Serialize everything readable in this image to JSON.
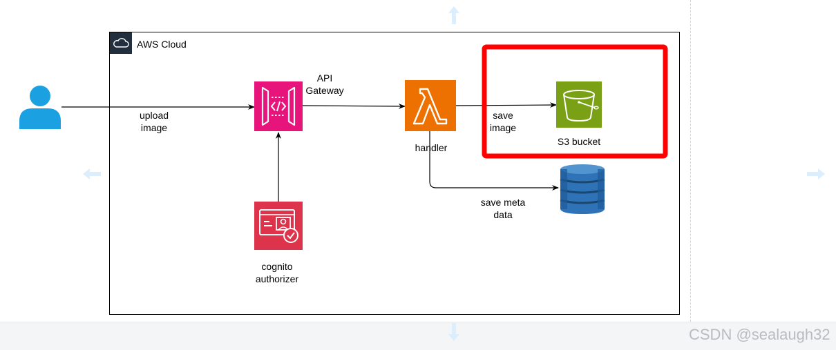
{
  "diagram": {
    "frame": {
      "title": "AWS Cloud"
    },
    "edges": {
      "upload": {
        "line1": "upload",
        "line2": "image"
      },
      "api_gateway": {
        "line1": "API",
        "line2": "Gateway"
      },
      "save_image": {
        "line1": "save",
        "line2": "image"
      },
      "save_meta": {
        "line1": "save meta",
        "line2": "data"
      }
    },
    "nodes": {
      "handler": {
        "label": "handler"
      },
      "s3": {
        "label": "S3 bucket"
      },
      "cognito": {
        "line1": "cognito",
        "line2": "authorizer"
      }
    },
    "highlight_color": "#ff0000"
  },
  "watermark": "CSDN @sealaugh32",
  "colors": {
    "user": "#1ba1e2",
    "api_gateway": "#e7157b",
    "lambda": "#ed7100",
    "s3": "#7aa116",
    "cognito": "#dd344c",
    "dynamodb": "#2e73b8",
    "cloud_badge": "#232f3e"
  },
  "icons": [
    "user-icon",
    "api-gateway-icon",
    "lambda-icon",
    "s3-bucket-icon",
    "dynamodb-icon",
    "cognito-icon",
    "cloud-icon"
  ]
}
